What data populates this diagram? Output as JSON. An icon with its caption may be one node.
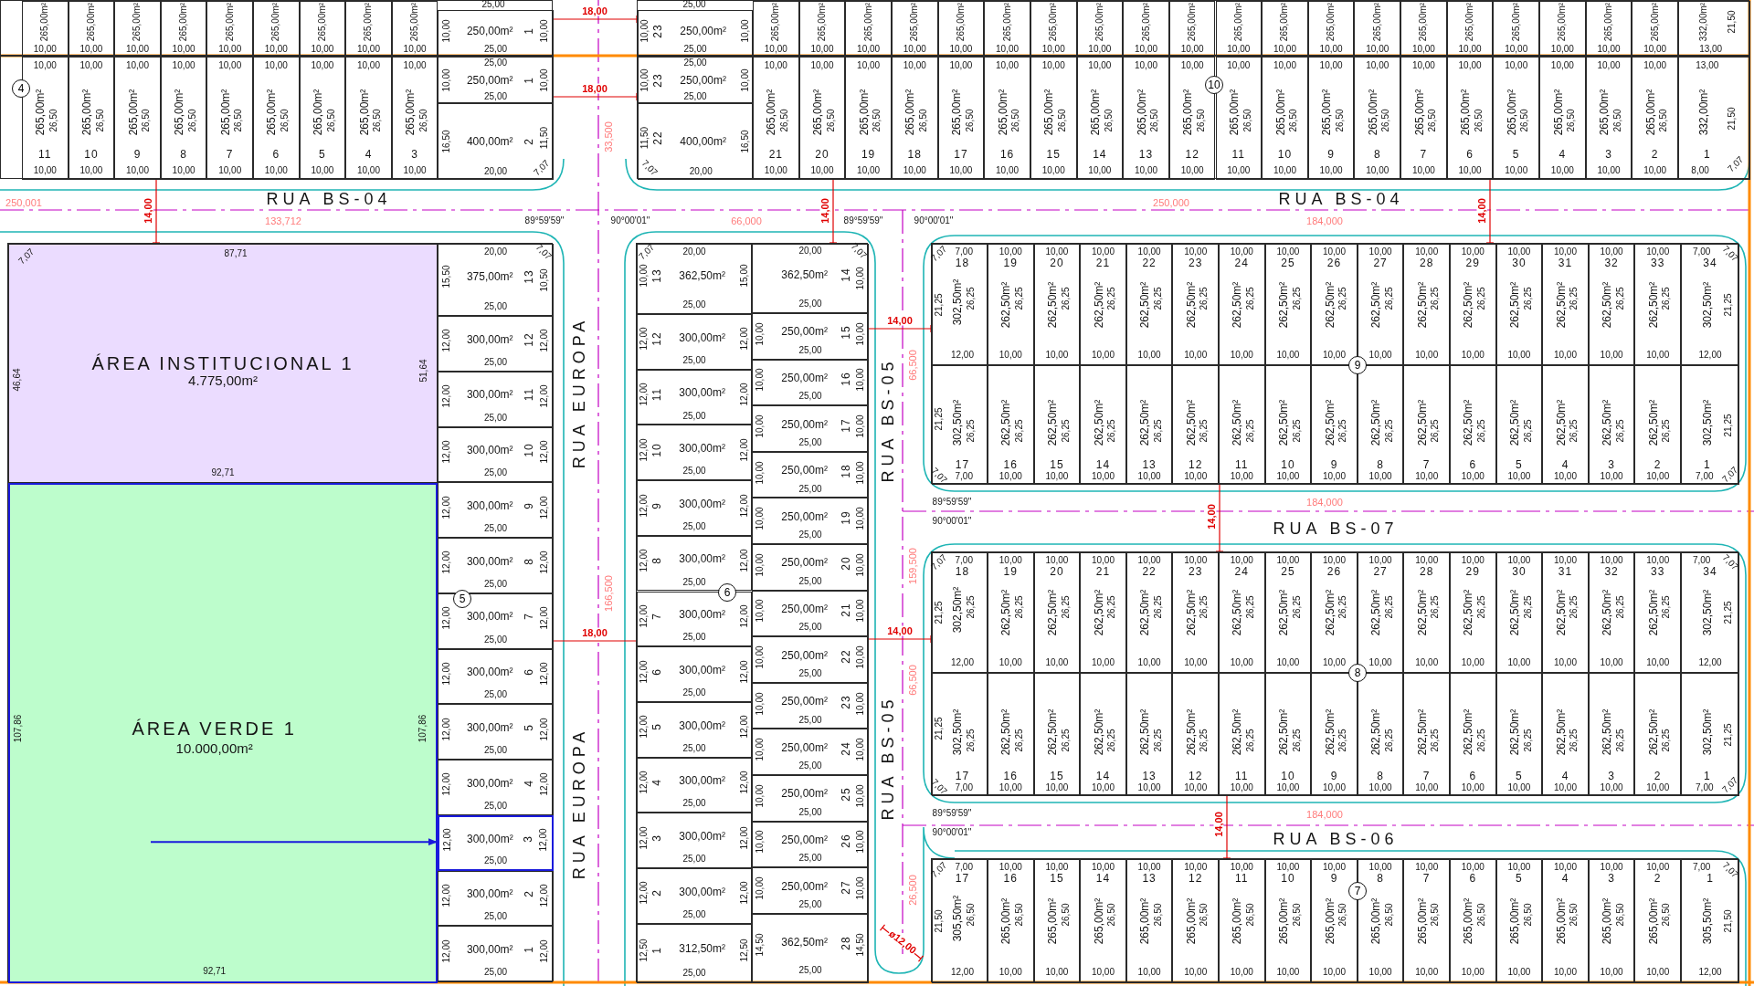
{
  "diagram": {
    "nodes": [
      {
        "text": [],
        "shape": "box"
      },
      {
        "text": [
          "265,00m²",
          "10,00"
        ],
        "in": 0
      },
      {
        "text": [
          "265,00m²",
          "10,00"
        ],
        "in": 0
      },
      {
        "text": [
          "265,00m²",
          "10,00"
        ],
        "in": 0
      },
      {
        "text": [
          "265,00m²",
          "10,00"
        ],
        "in": 0
      },
      {
        "text": [
          "265,00m²",
          "10,00"
        ],
        "in": 0
      },
      {
        "text": [
          "265,00m²",
          "10,00"
        ],
        "in": 0
      },
      {
        "text": [
          "265,00m²",
          "10,00"
        ],
        "in": 0
      },
      {
        "text": [
          "265,00m²",
          "10,00"
        ],
        "in": 0
      },
      {
        "text": [
          "265,00m²",
          "10,00"
        ],
        "in": 0
      },
      {
        "text": [
          "10,00",
          "250,00m²",
          "1",
          "10,00",
          "25,00"
        ],
        "in": 0
      },
      {
        "text": [],
        "shape": "box"
      },
      {
        "text": [
          "10,00",
          "23",
          "250,00m²",
          "10,00",
          "25,00"
        ],
        "in": 11
      },
      {
        "text": [
          "265,00m²",
          "10,00"
        ],
        "in": 11
      },
      {
        "text": [
          "265,00m²",
          "10,00"
        ],
        "in": 11
      },
      {
        "text": [
          "265,00m²",
          "10,00"
        ],
        "in": 11
      },
      {
        "text": [
          "265,00m²",
          "10,00"
        ],
        "in": 11
      },
      {
        "text": [
          "265,00m²",
          "10,00"
        ],
        "in": 11
      },
      {
        "text": [
          "265,00m²",
          "10,00"
        ],
        "in": 11
      },
      {
        "text": [
          "265,00m²",
          "10,00"
        ],
        "in": 11
      },
      {
        "text": [
          "265,00m²",
          "10,00"
        ],
        "in": 11
      },
      {
        "text": [
          "265,00m²",
          "10,00"
        ],
        "in": 11
      },
      {
        "text": [
          "265,00m²",
          "10,00"
        ],
        "in": 11
      },
      {
        "text": [
          "265,00m²",
          "10,00"
        ],
        "in": 11
      },
      {
        "text": [
          "265,00m²",
          "10,00"
        ],
        "in": 11
      },
      {
        "text": [
          "265,00m²",
          "10,00"
        ],
        "in": 11
      },
      {
        "text": [
          "265,00m²",
          "10,00"
        ],
        "in": 11
      },
      {
        "text": [
          "265,00m²",
          "10,00"
        ],
        "in": 11
      },
      {
        "text": [
          "265,00m²",
          "10,00"
        ],
        "in": 11
      },
      {
        "text": [
          "265,00m²",
          "10,00"
        ],
        "in": 11
      },
      {
        "text": [
          "265,00m²",
          "10,00"
        ],
        "in": 11
      },
      {
        "text": [
          "265,00m²",
          "10,00"
        ],
        "in": 11
      },
      {
        "text": [
          "265,00m²",
          "10,00"
        ],
        "in": 11
      },
      {
        "text": [
          "332,00m²",
          "21,50",
          "13,00"
        ],
        "in": 11
      },
      {
        "text": [],
        "shape": "box"
      },
      {
        "text": [
          "10,00",
          "265,00m²",
          "26,50",
          "11",
          "10,00"
        ],
        "in": 34
      },
      {
        "text": [
          "10,00",
          "265,00m²",
          "26,50",
          "10",
          "10,00"
        ],
        "in": 34
      },
      {
        "text": [
          "10,00",
          "265,00m²",
          "26,50",
          "9",
          "10,00"
        ],
        "in": 34
      },
      {
        "text": [
          "10,00",
          "265,00m²",
          "26,50",
          "8",
          "10,00"
        ],
        "in": 34
      },
      {
        "text": [
          "10,00",
          "265,00m²",
          "26,50",
          "7",
          "10,00"
        ],
        "in": 34
      },
      {
        "text": [
          "10,00",
          "265,00m²",
          "26,50",
          "6",
          "10,00"
        ],
        "in": 34
      },
      {
        "text": [
          "10,00",
          "265,00m²",
          "26,50",
          "5",
          "10,00"
        ],
        "in": 34
      },
      {
        "text": [
          "10,00",
          "265,00m²",
          "26,50",
          "4",
          "10,00"
        ],
        "in": 34
      },
      {
        "text": [
          "10,00",
          "265,00m²",
          "26,50",
          "3",
          "10,00"
        ],
        "in": 34
      },
      {
        "text": [
          "25,00",
          "10,00",
          "250,00m²",
          "1",
          "10,00",
          "25,00"
        ],
        "in": 34
      },
      {
        "text": [
          "16,50",
          "400,00m²",
          "2",
          "11,50",
          "20,00",
          "7,07"
        ],
        "in": 34
      },
      {
        "text": [],
        "shape": "box"
      },
      {
        "text": [
          "25,00",
          "10,00",
          "23",
          "250,00m²",
          "10,00",
          "25,00"
        ],
        "in": 46
      },
      {
        "text": [
          "11,50",
          "22",
          "400,00m²",
          "16,50",
          "7,07",
          "20,00"
        ],
        "in": 46
      },
      {
        "text": [
          "10,00",
          "265,00m²",
          "26,50",
          "21",
          "10,00"
        ],
        "in": 46
      },
      {
        "text": [
          "10,00",
          "265,00m²",
          "26,50",
          "20",
          "10,00"
        ],
        "in": 46
      },
      {
        "text": [
          "10,00",
          "265,00m²",
          "26,50",
          "19",
          "10,00"
        ],
        "in": 46
      },
      {
        "text": [
          "10,00",
          "265,00m²",
          "26,50",
          "18",
          "10,00"
        ],
        "in": 46
      },
      {
        "text": [
          "10,00",
          "265,00m²",
          "26,50",
          "17",
          "10,00"
        ],
        "in": 46
      },
      {
        "text": [
          "10,00",
          "265,00m²",
          "26,50",
          "16",
          "10,00"
        ],
        "in": 46
      },
      {
        "text": [
          "10,00",
          "265,00m²",
          "26,50",
          "15",
          "10,00"
        ],
        "in": 46
      },
      {
        "text": [
          "10,00",
          "265,00m²",
          "26,50",
          "14",
          "10,00"
        ],
        "in": 46
      },
      {
        "text": [
          "10,00",
          "265,00m²",
          "26,50",
          "13",
          "10,00"
        ],
        "in": 46
      },
      {
        "text": [
          "10,00",
          "265,00m²",
          "26,50",
          "12",
          "10,00"
        ],
        "in": 46
      },
      {
        "text": [
          "10,00",
          "265,00m²",
          "26,50",
          "11",
          "10,00"
        ],
        "in": 46
      },
      {
        "text": [
          "10,00",
          "265,00m²",
          "26,50",
          "10",
          "10,00"
        ],
        "in": 46
      },
      {
        "text": [
          "10,00",
          "265,00m²",
          "26,50",
          "9",
          "10,00"
        ],
        "in": 46
      },
      {
        "text": [
          "10,00",
          "265,00m²",
          "26,50",
          "8",
          "10,00"
        ],
        "in": 46
      },
      {
        "text": [
          "10,00",
          "265,00m²",
          "26,50",
          "7",
          "10,00"
        ],
        "in": 46
      },
      {
        "text": [
          "10,00",
          "265,00m²",
          "26,50",
          "6",
          "10,00"
        ],
        "in": 46
      },
      {
        "text": [
          "10,00",
          "265,00m²",
          "26,50",
          "5",
          "10,00"
        ],
        "in": 46
      },
      {
        "text": [
          "10,00",
          "265,00m²",
          "26,50",
          "4",
          "10,00"
        ],
        "in": 46
      },
      {
        "text": [
          "10,00",
          "265,00m²",
          "26,50",
          "3",
          "10,00"
        ],
        "in": 46
      },
      {
        "text": [
          "10,00",
          "265,00m²",
          "26,50",
          "2",
          "10,00"
        ],
        "in": 46
      },
      {
        "text": [
          "13,00",
          "332,00m²",
          "21,50",
          "1",
          "8,00",
          "7,07"
        ],
        "in": 46
      },
      {
        "text": [],
        "shape": "box"
      },
      {
        "text": [
          "ÁREA INSTITUCIONAL 1",
          "4.775,00m²",
          "87,71",
          "46,64",
          "51,64",
          "92,71",
          "7,07"
        ],
        "in": 70
      },
      {
        "text": [
          "ÁREA VERDE 1",
          "10.000,00m²",
          "107,86",
          "107,86",
          "92,71"
        ],
        "in": 70
      },
      {
        "text": [
          "20,00",
          "7,07",
          "15,50",
          "375,00m²",
          "13",
          "10,50",
          "25,00"
        ],
        "in": 70
      },
      {
        "text": [
          "12,00",
          "300,00m²",
          "12",
          "12,00",
          "25,00"
        ],
        "in": 70
      },
      {
        "text": [
          "12,00",
          "300,00m²",
          "11",
          "12,00",
          "25,00"
        ],
        "in": 70
      },
      {
        "text": [
          "12,00",
          "300,00m²",
          "10",
          "12,00",
          "25,00"
        ],
        "in": 70
      },
      {
        "text": [
          "12,00",
          "300,00m²",
          "9",
          "12,00",
          "25,00"
        ],
        "in": 70
      },
      {
        "text": [
          "12,00",
          "300,00m²",
          "8",
          "12,00",
          "25,00"
        ],
        "in": 70
      },
      {
        "text": [
          "12,00",
          "300,00m²",
          "7",
          "12,00",
          "25,00"
        ],
        "in": 70
      },
      {
        "text": [
          "12,00",
          "300,00m²",
          "6",
          "12,00",
          "25,00"
        ],
        "in": 70
      },
      {
        "text": [
          "12,00",
          "300,00m²",
          "5",
          "12,00",
          "25,00"
        ],
        "in": 70
      },
      {
        "text": [
          "12,00",
          "300,00m²",
          "4",
          "12,00",
          "25,00"
        ],
        "in": 70
      },
      {
        "text": [
          "12,00",
          "300,00m²",
          "3",
          "12,00",
          "25,00"
        ],
        "in": 70
      },
      {
        "text": [
          "12,00",
          "300,00m²",
          "2",
          "12,00",
          "25,00"
        ],
        "in": 70
      },
      {
        "text": [
          "12,00",
          "300,00m²",
          "1",
          "12,00",
          "25,00"
        ],
        "in": 70
      },
      {
        "text": [],
        "shape": "box"
      },
      {
        "text": [
          "20,00",
          "7,07",
          "10,00",
          "13",
          "362,50m²",
          "15,00",
          "25,00"
        ],
        "in": 86
      },
      {
        "text": [
          "12,00",
          "12",
          "300,00m²",
          "12,00",
          "25,00"
        ],
        "in": 86
      },
      {
        "text": [
          "12,00",
          "11",
          "300,00m²",
          "12,00",
          "25,00"
        ],
        "in": 86
      },
      {
        "text": [
          "12,00",
          "10",
          "300,00m²",
          "12,00",
          "25,00"
        ],
        "in": 86
      },
      {
        "text": [
          "12,00",
          "9",
          "300,00m²",
          "12,00",
          "25,00"
        ],
        "in": 86
      },
      {
        "text": [
          "12,00",
          "8",
          "300,00m²",
          "12,00",
          "25,00"
        ],
        "in": 86
      },
      {
        "text": [
          "12,00",
          "7",
          "300,00m²",
          "12,00",
          "25,00"
        ],
        "in": 86
      },
      {
        "text": [
          "12,00",
          "6",
          "300,00m²",
          "12,00",
          "25,00"
        ],
        "in": 86
      },
      {
        "text": [
          "12,00",
          "5",
          "300,00m²",
          "12,00",
          "25,00"
        ],
        "in": 86
      },
      {
        "text": [
          "12,00",
          "4",
          "300,00m²",
          "12,00",
          "25,00"
        ],
        "in": 86
      },
      {
        "text": [
          "12,00",
          "3",
          "300,00m²",
          "12,00",
          "25,00"
        ],
        "in": 86
      },
      {
        "text": [
          "12,00",
          "2",
          "300,00m²",
          "12,00",
          "25,00"
        ],
        "in": 86
      },
      {
        "text": [
          "12,50",
          "1",
          "312,50m²",
          "12,50",
          "25,00"
        ],
        "in": 86
      },
      {
        "text": [
          "20,00",
          "7,07",
          "362,50m²",
          "14",
          "10,00",
          "25,00"
        ],
        "in": 86
      },
      {
        "text": [
          "10,00",
          "250,00m²",
          "15",
          "10,00",
          "25,00"
        ],
        "in": 86
      },
      {
        "text": [
          "10,00",
          "250,00m²",
          "16",
          "10,00",
          "25,00"
        ],
        "in": 86
      },
      {
        "text": [
          "10,00",
          "250,00m²",
          "17",
          "10,00",
          "25,00"
        ],
        "in": 86
      },
      {
        "text": [
          "10,00",
          "250,00m²",
          "18",
          "10,00",
          "25,00"
        ],
        "in": 86
      },
      {
        "text": [
          "10,00",
          "250,00m²",
          "19",
          "10,00",
          "25,00"
        ],
        "in": 86
      },
      {
        "text": [
          "10,00",
          "250,00m²",
          "20",
          "10,00",
          "25,00"
        ],
        "in": 86
      },
      {
        "text": [
          "10,00",
          "250,00m²",
          "21",
          "10,00",
          "25,00"
        ],
        "in": 86
      },
      {
        "text": [
          "10,00",
          "250,00m²",
          "22",
          "10,00",
          "25,00"
        ],
        "in": 86
      },
      {
        "text": [
          "10,00",
          "250,00m²",
          "23",
          "10,00",
          "25,00"
        ],
        "in": 86
      },
      {
        "text": [
          "10,00",
          "250,00m²",
          "24",
          "10,00",
          "25,00"
        ],
        "in": 86
      },
      {
        "text": [
          "10,00",
          "250,00m²",
          "25",
          "10,00",
          "25,00"
        ],
        "in": 86
      },
      {
        "text": [
          "10,00",
          "250,00m²",
          "26",
          "10,00",
          "25,00"
        ],
        "in": 86
      },
      {
        "text": [
          "10,00",
          "250,00m²",
          "27",
          "10,00",
          "25,00"
        ],
        "in": 86
      },
      {
        "text": [
          "14,50",
          "362,50m²",
          "28",
          "14,50",
          "25,00"
        ],
        "in": 86
      },
      {
        "text": [],
        "shape": "box"
      },
      {
        "text": [
          "7,07",
          "7,00",
          "18",
          "21,25",
          "302,50m²",
          "26,25",
          "12,00"
        ],
        "in": 115
      },
      {
        "text": [
          "10,00",
          "19",
          "262,50m²",
          "26,25",
          "10,00"
        ],
        "in": 115
      },
      {
        "text": [
          "10,00",
          "20",
          "262,50m²",
          "26,25",
          "10,00"
        ],
        "in": 115
      },
      {
        "text": [
          "10,00",
          "21",
          "262,50m²",
          "26,25",
          "10,00"
        ],
        "in": 115
      },
      {
        "text": [
          "10,00",
          "22",
          "262,50m²",
          "26,25",
          "10,00"
        ],
        "in": 115
      },
      {
        "text": [
          "10,00",
          "23",
          "262,50m²",
          "26,25",
          "10,00"
        ],
        "in": 115
      },
      {
        "text": [
          "10,00",
          "24",
          "262,50m²",
          "26,25",
          "10,00"
        ],
        "in": 115
      },
      {
        "text": [
          "10,00",
          "25",
          "262,50m²",
          "26,25",
          "10,00"
        ],
        "in": 115
      },
      {
        "text": [
          "10,00",
          "26",
          "262,50m²",
          "26,25",
          "10,00"
        ],
        "in": 115
      },
      {
        "text": [
          "10,00",
          "27",
          "262,50m²",
          "26,25",
          "10,00"
        ],
        "in": 115
      },
      {
        "text": [
          "10,00",
          "28",
          "262,50m²",
          "26,25",
          "10,00"
        ],
        "in": 115
      },
      {
        "text": [
          "10,00",
          "29",
          "262,50m²",
          "26,25",
          "10,00"
        ],
        "in": 115
      },
      {
        "text": [
          "10,00",
          "30",
          "262,50m²",
          "26,25",
          "10,00"
        ],
        "in": 115
      },
      {
        "text": [
          "10,00",
          "31",
          "262,50m²",
          "26,25",
          "10,00"
        ],
        "in": 115
      },
      {
        "text": [
          "10,00",
          "32",
          "262,50m²",
          "26,25",
          "10,00"
        ],
        "in": 115
      },
      {
        "text": [
          "10,00",
          "33",
          "262,50m²",
          "26,25",
          "10,00"
        ],
        "in": 115
      },
      {
        "text": [
          "7,00",
          "7,07",
          "34",
          "302,50m²",
          "21,25",
          "12,00"
        ],
        "in": 115
      },
      {
        "text": [
          "21,25",
          "302,50m²",
          "26,25",
          "17",
          "7,07",
          "7,00"
        ],
        "in": 115
      },
      {
        "text": [
          "262,50m²",
          "26,25",
          "16",
          "10,00"
        ],
        "in": 115
      },
      {
        "text": [
          "262,50m²",
          "26,25",
          "15",
          "10,00"
        ],
        "in": 115
      },
      {
        "text": [
          "262,50m²",
          "26,25",
          "14",
          "10,00"
        ],
        "in": 115
      },
      {
        "text": [
          "262,50m²",
          "26,25",
          "13",
          "10,00"
        ],
        "in": 115
      },
      {
        "text": [
          "262,50m²",
          "26,25",
          "12",
          "10,00"
        ],
        "in": 115
      },
      {
        "text": [
          "262,50m²",
          "26,25",
          "11",
          "10,00"
        ],
        "in": 115
      },
      {
        "text": [
          "262,50m²",
          "26,25",
          "10",
          "10,00"
        ],
        "in": 115
      },
      {
        "text": [
          "262,50m²",
          "26,25",
          "9",
          "10,00"
        ],
        "in": 115
      },
      {
        "text": [
          "262,50m²",
          "26,25",
          "8",
          "10,00"
        ],
        "in": 115
      },
      {
        "text": [
          "262,50m²",
          "26,25",
          "7",
          "10,00"
        ],
        "in": 115
      },
      {
        "text": [
          "262,50m²",
          "26,25",
          "6",
          "10,00"
        ],
        "in": 115
      },
      {
        "text": [
          "262,50m²",
          "26,25",
          "5",
          "10,00"
        ],
        "in": 115
      },
      {
        "text": [
          "262,50m²",
          "26,25",
          "4",
          "10,00"
        ],
        "in": 115
      },
      {
        "text": [
          "262,50m²",
          "26,25",
          "3",
          "10,00"
        ],
        "in": 115
      },
      {
        "text": [
          "262,50m²",
          "26,25",
          "2",
          "10,00"
        ],
        "in": 115
      },
      {
        "text": [
          "302,50m²",
          "21,25",
          "1",
          "7,00",
          "7,07"
        ],
        "in": 115
      },
      {
        "text": [],
        "shape": "box"
      },
      {
        "text": [
          "7,07",
          "7,00",
          "18",
          "21,25",
          "302,50m²",
          "26,25",
          "12,00"
        ],
        "in": 150
      },
      {
        "text": [
          "10,00",
          "19",
          "262,50m²",
          "26,25",
          "10,00"
        ],
        "in": 150
      },
      {
        "text": [
          "10,00",
          "20",
          "262,50m²",
          "26,25",
          "10,00"
        ],
        "in": 150
      },
      {
        "text": [
          "10,00",
          "21",
          "262,50m²",
          "26,25",
          "10,00"
        ],
        "in": 150
      },
      {
        "text": [
          "10,00",
          "22",
          "262,50m²",
          "26,25",
          "10,00"
        ],
        "in": 150
      },
      {
        "text": [
          "10,00",
          "23",
          "262,50m²",
          "26,25",
          "10,00"
        ],
        "in": 150
      },
      {
        "text": [
          "10,00",
          "24",
          "262,50m²",
          "26,25",
          "10,00"
        ],
        "in": 150
      },
      {
        "text": [
          "10,00",
          "25",
          "262,50m²",
          "26,25",
          "10,00"
        ],
        "in": 150
      },
      {
        "text": [
          "10,00",
          "26",
          "262,50m²",
          "26,25",
          "10,00"
        ],
        "in": 150
      },
      {
        "text": [
          "10,00",
          "27",
          "262,50m²",
          "26,25",
          "10,00"
        ],
        "in": 150
      },
      {
        "text": [
          "10,00",
          "28",
          "262,50m²",
          "26,25",
          "10,00"
        ],
        "in": 150
      },
      {
        "text": [
          "10,00",
          "29",
          "262,50m²",
          "26,25",
          "10,00"
        ],
        "in": 150
      },
      {
        "text": [
          "10,00",
          "30",
          "262,50m²",
          "26,25",
          "10,00"
        ],
        "in": 150
      },
      {
        "text": [
          "10,00",
          "31",
          "262,50m²",
          "26,25",
          "10,00"
        ],
        "in": 150
      },
      {
        "text": [
          "10,00",
          "32",
          "262,50m²",
          "26,25",
          "10,00"
        ],
        "in": 150
      },
      {
        "text": [
          "10,00",
          "33",
          "262,50m²",
          "26,25",
          "10,00"
        ],
        "in": 150
      },
      {
        "text": [
          "7,00",
          "7,07",
          "34",
          "302,50m²",
          "21,25",
          "12,00"
        ],
        "in": 150
      },
      {
        "text": [
          "21,25",
          "302,50m²",
          "26,25",
          "17",
          "7,07",
          "7,00"
        ],
        "in": 150
      },
      {
        "text": [
          "262,50m²",
          "26,25",
          "16",
          "10,00"
        ],
        "in": 150
      },
      {
        "text": [
          "262,50m²",
          "26,25",
          "15",
          "10,00"
        ],
        "in": 150
      },
      {
        "text": [
          "262,50m²",
          "26,25",
          "14",
          "10,00"
        ],
        "in": 150
      },
      {
        "text": [
          "262,50m²",
          "26,25",
          "13",
          "10,00"
        ],
        "in": 150
      },
      {
        "text": [
          "262,50m²",
          "26,25",
          "12",
          "10,00"
        ],
        "in": 150
      },
      {
        "text": [
          "262,50m²",
          "26,25",
          "11",
          "10,00"
        ],
        "in": 150
      },
      {
        "text": [
          "262,50m²",
          "26,25",
          "10",
          "10,00"
        ],
        "in": 150
      },
      {
        "text": [
          "262,50m²",
          "26,25",
          "9",
          "10,00"
        ],
        "in": 150
      },
      {
        "text": [
          "262,50m²",
          "26,25",
          "8",
          "10,00"
        ],
        "in": 150
      },
      {
        "text": [
          "262,50m²",
          "26,25",
          "7",
          "10,00"
        ],
        "in": 150
      },
      {
        "text": [
          "262,50m²",
          "26,25",
          "6",
          "10,00"
        ],
        "in": 150
      },
      {
        "text": [
          "262,50m²",
          "26,25",
          "5",
          "10,00"
        ],
        "in": 150
      },
      {
        "text": [
          "262,50m²",
          "26,25",
          "4",
          "10,00"
        ],
        "in": 150
      },
      {
        "text": [
          "262,50m²",
          "26,25",
          "3",
          "10,00"
        ],
        "in": 150
      },
      {
        "text": [
          "262,50m²",
          "26,25",
          "2",
          "10,00"
        ],
        "in": 150
      },
      {
        "text": [
          "302,50m²",
          "21,25",
          "1",
          "7,00",
          "7,07"
        ],
        "in": 150
      },
      {
        "text": [],
        "shape": "box"
      },
      {
        "text": [
          "7,07",
          "7,00",
          "17",
          "21,50",
          "305,50m²",
          "26,50",
          "12,00"
        ],
        "in": 185
      },
      {
        "text": [
          "10,00",
          "16",
          "265,00m²",
          "26,50",
          "10,00"
        ],
        "in": 185
      },
      {
        "text": [
          "10,00",
          "15",
          "265,00m²",
          "26,50",
          "10,00"
        ],
        "in": 185
      },
      {
        "text": [
          "10,00",
          "14",
          "265,00m²",
          "26,50",
          "10,00"
        ],
        "in": 185
      },
      {
        "text": [
          "10,00",
          "13",
          "265,00m²",
          "26,50",
          "10,00"
        ],
        "in": 185
      },
      {
        "text": [
          "10,00",
          "12",
          "265,00m²",
          "26,50",
          "10,00"
        ],
        "in": 185
      },
      {
        "text": [
          "10,00",
          "11",
          "265,00m²",
          "26,50",
          "10,00"
        ],
        "in": 185
      },
      {
        "text": [
          "10,00",
          "10",
          "265,00m²",
          "26,50",
          "10,00"
        ],
        "in": 185
      },
      {
        "text": [
          "10,00",
          "9",
          "265,00m²",
          "26,50",
          "10,00"
        ],
        "in": 185
      },
      {
        "text": [
          "10,00",
          "8",
          "265,00m²",
          "26,50",
          "10,00"
        ],
        "in": 185
      },
      {
        "text": [
          "10,00",
          "7",
          "265,00m²",
          "26,50",
          "10,00"
        ],
        "in": 185
      },
      {
        "text": [
          "10,00",
          "6",
          "265,00m²",
          "26,50",
          "10,00"
        ],
        "in": 185
      },
      {
        "text": [
          "10,00",
          "5",
          "265,00m²",
          "26,50",
          "10,00"
        ],
        "in": 185
      },
      {
        "text": [
          "10,00",
          "4",
          "265,00m²",
          "26,50",
          "10,00"
        ],
        "in": 185
      },
      {
        "text": [
          "10,00",
          "3",
          "265,00m²",
          "26,50",
          "10,00"
        ],
        "in": 185
      },
      {
        "text": [
          "10,00",
          "2",
          "265,00m²",
          "26,50",
          "10,00"
        ],
        "in": 185
      },
      {
        "text": [
          "7,00",
          "7,07",
          "1",
          "305,50m²",
          "21,50",
          "12,00"
        ],
        "in": 185
      },
      {
        "text": [
          "4"
        ],
        "in": 34
      },
      {
        "text": [
          "10"
        ],
        "in": 46
      },
      {
        "text": [
          "5"
        ],
        "in": 70
      },
      {
        "text": [
          "6"
        ],
        "in": 86
      },
      {
        "text": [
          "9"
        ],
        "in": 115
      },
      {
        "text": [
          "8"
        ],
        "in": 150
      },
      {
        "text": [
          "7"
        ],
        "in": 185
      }
    ],
    "edges": [
      {
        "from": 72,
        "to": 83,
        "arrow": "to",
        "color": "#1a1adc"
      }
    ],
    "labels": [
      "25,00",
      "25,00",
      "18,00",
      "18,00",
      "33,500",
      "RUA BS-04",
      "250,001",
      "133,712",
      "14,00",
      "89°59'59\"",
      "90°00'01\"",
      "66,000",
      "14,00",
      "89°59'59\"",
      "90°00'01\"",
      "250,000",
      "RUA BS-04",
      "184,000",
      "14,00",
      "RUA EUROPA",
      "14,00",
      "RUA BS-05",
      "66,500",
      "89°59'59\"",
      "90°00'01\"",
      "184,000",
      "14,00",
      "RUA BS-07",
      "166,500",
      "18,00",
      "14,00",
      "159,500",
      "66,500",
      "RUA EUROPA",
      "RUA BS-05",
      "89°59'59\"",
      "90°00'01\"",
      "184,000",
      "14,00",
      "RUA BS-06",
      "26,500",
      "ø12,00"
    ]
  }
}
